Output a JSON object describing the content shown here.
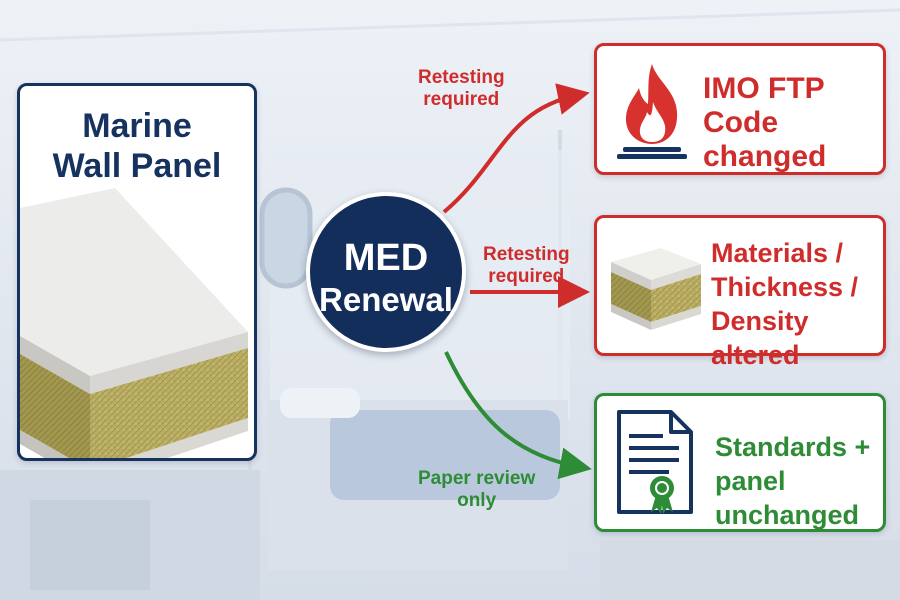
{
  "panel": {
    "title_line1": "Marine",
    "title_line2": "Wall Panel"
  },
  "hub": {
    "line1": "MED",
    "line2": "Renewal"
  },
  "arrows": [
    {
      "line1": "Retesting",
      "line2": "required",
      "color": "#cf2c2c"
    },
    {
      "line1": "Retesting",
      "line2": "required",
      "color": "#cf2c2c"
    },
    {
      "line1": "Paper review",
      "line2": "only",
      "color": "#2e8b36"
    }
  ],
  "outcomes": [
    {
      "icon": "fire-icon",
      "line1": "IMO FTP",
      "line2": "Code changed",
      "color": "#cf2c2c"
    },
    {
      "icon": "panel-sample-icon",
      "line1": "Materials /",
      "line2": "Thickness /",
      "line3": "Density altered",
      "color": "#cf2c2c"
    },
    {
      "icon": "certificate-icon",
      "line1": "Standards +",
      "line2": "panel unchanged",
      "color": "#2e8b36"
    }
  ]
}
